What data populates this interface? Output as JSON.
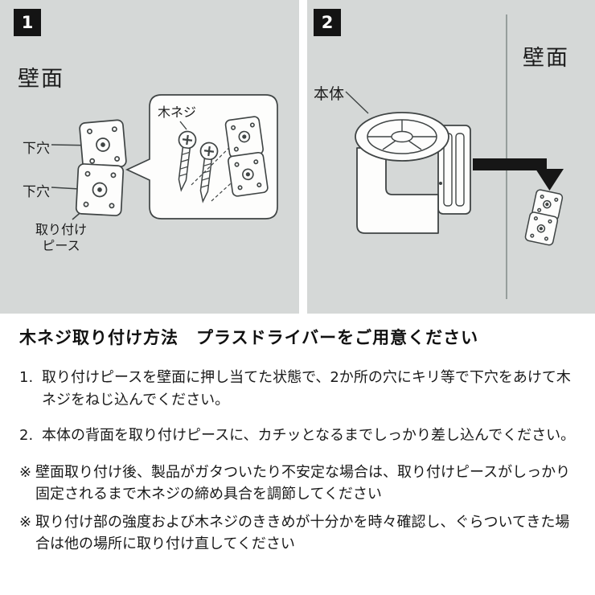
{
  "colors": {
    "panel_bg": "#d5d8d7",
    "badge_bg": "#141414",
    "line_art": "#3f4444",
    "wall_line": "#878f8e",
    "text": "#1a1a1a"
  },
  "panel1": {
    "badge": "1",
    "wall_label": "壁面",
    "pilot_hole_label_1": "下穴",
    "pilot_hole_label_2": "下穴",
    "piece_label_line1": "取り付け",
    "piece_label_line2": "ピース",
    "screw_label": "木ネジ"
  },
  "panel2": {
    "badge": "2",
    "wall_label": "壁面",
    "body_label": "本体"
  },
  "instructions": {
    "title": "木ネジ取り付け方法　プラスドライバーをご用意ください",
    "steps": [
      {
        "num": "1.",
        "text": "取り付けピースを壁面に押し当てた状態で、2か所の穴にキリ等で下穴をあけて木ネジをねじ込んでください。"
      },
      {
        "num": "2.",
        "text": "本体の背面を取り付けピースに、カチッとなるまでしっかり差し込んでください。"
      }
    ],
    "notes": [
      {
        "mark": "※",
        "text": "壁面取り付け後、製品がガタついたり不安定な場合は、取り付けピースがしっかり固定されるまで木ネジの締め具合を調節してください"
      },
      {
        "mark": "※",
        "text": "取り付け部の強度および木ネジのききめが十分かを時々確認し、ぐらついてきた場合は他の場所に取り付け直してください"
      }
    ]
  }
}
